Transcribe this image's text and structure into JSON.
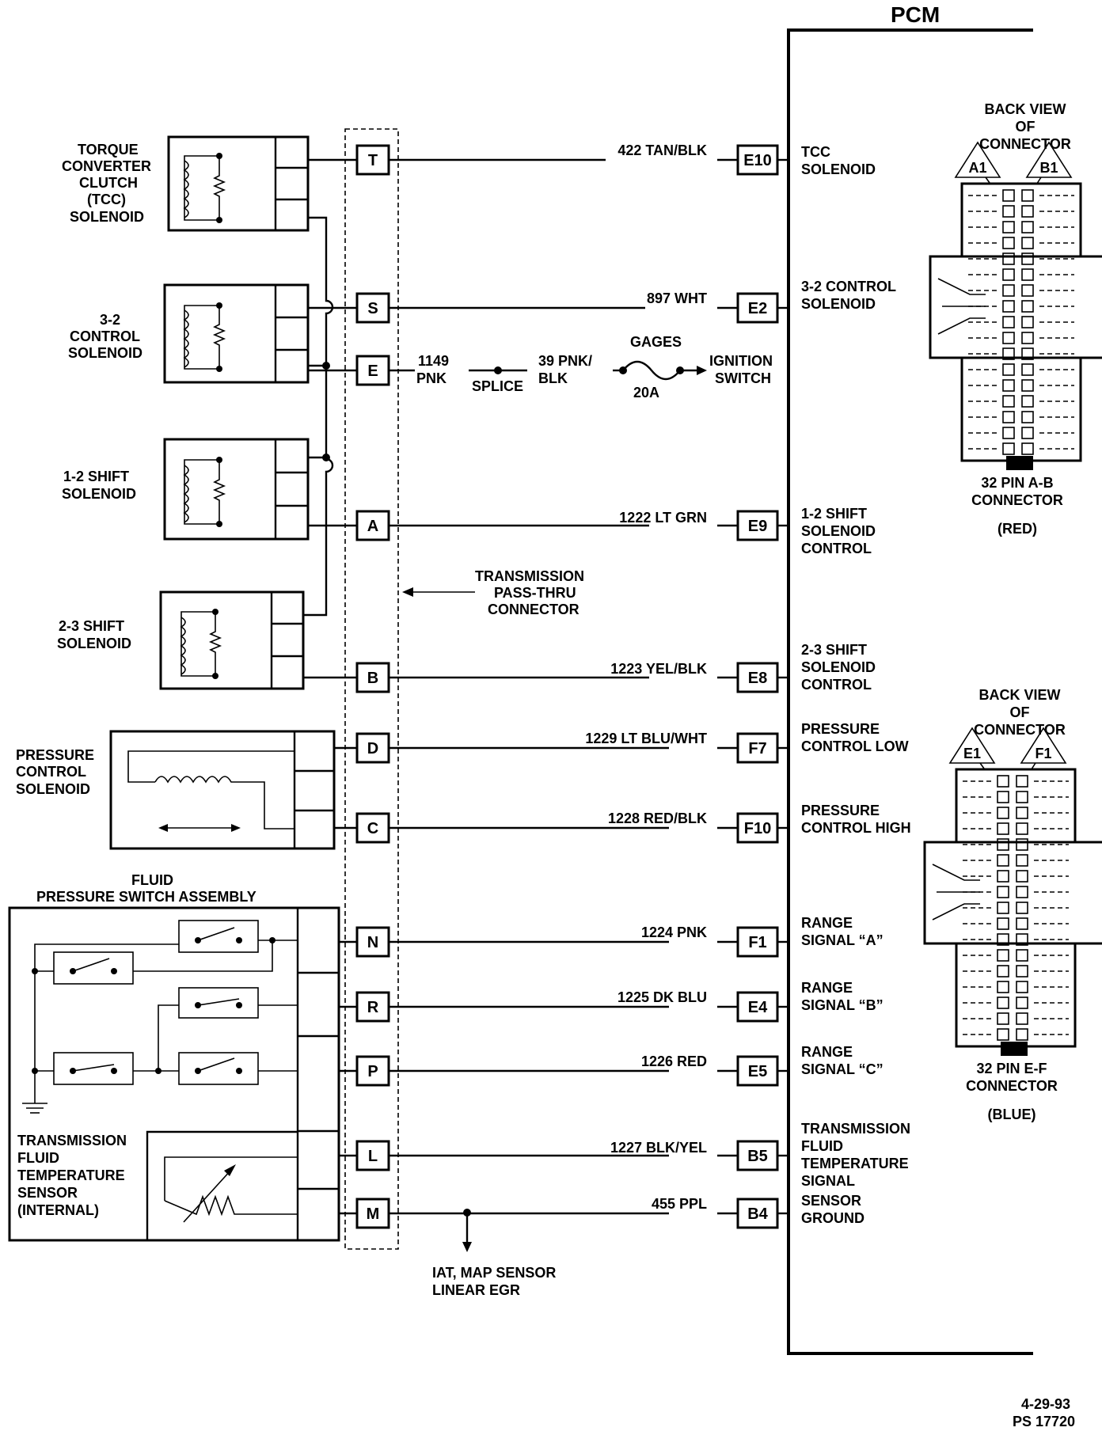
{
  "pcm": {
    "title": "PCM"
  },
  "passthru": {
    "label": [
      "TRANSMISSION",
      "PASS-THRU",
      "CONNECTOR"
    ]
  },
  "components": {
    "tcc": [
      "TORQUE",
      "CONVERTER",
      "CLUTCH",
      "(TCC)",
      "SOLENOID"
    ],
    "c32": [
      "3-2",
      "CONTROL",
      "SOLENOID"
    ],
    "s12": [
      "1-2 SHIFT",
      "SOLENOID"
    ],
    "s23": [
      "2-3 SHIFT",
      "SOLENOID"
    ],
    "pcs": [
      "PRESSURE",
      "CONTROL",
      "SOLENOID"
    ],
    "fps": [
      "FLUID",
      "PRESSURE SWITCH ASSEMBLY"
    ],
    "tft": [
      "TRANSMISSION",
      "FLUID",
      "TEMPERATURE",
      "SENSOR",
      "(INTERNAL)"
    ]
  },
  "circuits": [
    {
      "pin": "T",
      "wire": "422 TAN/BLK",
      "pcm_pin": "E10",
      "pcm_label": [
        "TCC",
        "SOLENOID"
      ]
    },
    {
      "pin": "S",
      "wire": "897 WHT",
      "pcm_pin": "E2",
      "pcm_label": [
        "3-2 CONTROL",
        "SOLENOID"
      ]
    },
    {
      "pin": "E"
    },
    {
      "pin": "A",
      "wire": "1222 LT GRN",
      "pcm_pin": "E9",
      "pcm_label": [
        "1-2 SHIFT",
        "SOLENOID",
        "CONTROL"
      ]
    },
    {
      "pin": "B",
      "wire": "1223 YEL/BLK",
      "pcm_pin": "E8",
      "pcm_label": [
        "2-3 SHIFT",
        "SOLENOID",
        "CONTROL"
      ]
    },
    {
      "pin": "D",
      "wire": "1229 LT BLU/WHT",
      "pcm_pin": "F7",
      "pcm_label": [
        "PRESSURE",
        "CONTROL LOW"
      ]
    },
    {
      "pin": "C",
      "wire": "1228 RED/BLK",
      "pcm_pin": "F10",
      "pcm_label": [
        "PRESSURE",
        "CONTROL HIGH"
      ]
    },
    {
      "pin": "N",
      "wire": "1224 PNK",
      "pcm_pin": "F1",
      "pcm_label": [
        "RANGE",
        "SIGNAL “A”"
      ]
    },
    {
      "pin": "R",
      "wire": "1225 DK BLU",
      "pcm_pin": "E4",
      "pcm_label": [
        "RANGE",
        "SIGNAL “B”"
      ]
    },
    {
      "pin": "P",
      "wire": "1226 RED",
      "pcm_pin": "E5",
      "pcm_label": [
        "RANGE",
        "SIGNAL “C”"
      ]
    },
    {
      "pin": "L",
      "wire": "1227 BLK/YEL",
      "pcm_pin": "B5",
      "pcm_label": [
        "TRANSMISSION",
        "FLUID",
        "TEMPERATURE",
        "SIGNAL"
      ]
    },
    {
      "pin": "M",
      "wire": "455 PPL",
      "pcm_pin": "B4",
      "pcm_label": [
        "SENSOR",
        "GROUND"
      ]
    }
  ],
  "ignition": {
    "wire1": [
      "1149",
      "PNK"
    ],
    "splice": "SPLICE",
    "wire2": [
      "39 PNK/",
      "BLK"
    ],
    "fuse_name": "GAGES",
    "fuse_rating": "20A",
    "switch": [
      "IGNITION",
      "SWITCH"
    ]
  },
  "sensor_ground": [
    "IAT, MAP SENSOR",
    "LINEAR EGR"
  ],
  "connector_ab": {
    "header": [
      "BACK VIEW",
      "OF",
      "CONNECTOR"
    ],
    "pin_left": "A1",
    "pin_right": "B1",
    "caption": [
      "32  PIN A-B",
      "CONNECTOR",
      "(RED)"
    ]
  },
  "connector_ef": {
    "header": [
      "BACK VIEW",
      "OF",
      "CONNECTOR"
    ],
    "pin_left": "E1",
    "pin_right": "F1",
    "caption": [
      "32  PIN E-F",
      "CONNECTOR",
      "(BLUE)"
    ]
  },
  "footer": {
    "date": "4-29-93",
    "ref": "PS 17720"
  }
}
